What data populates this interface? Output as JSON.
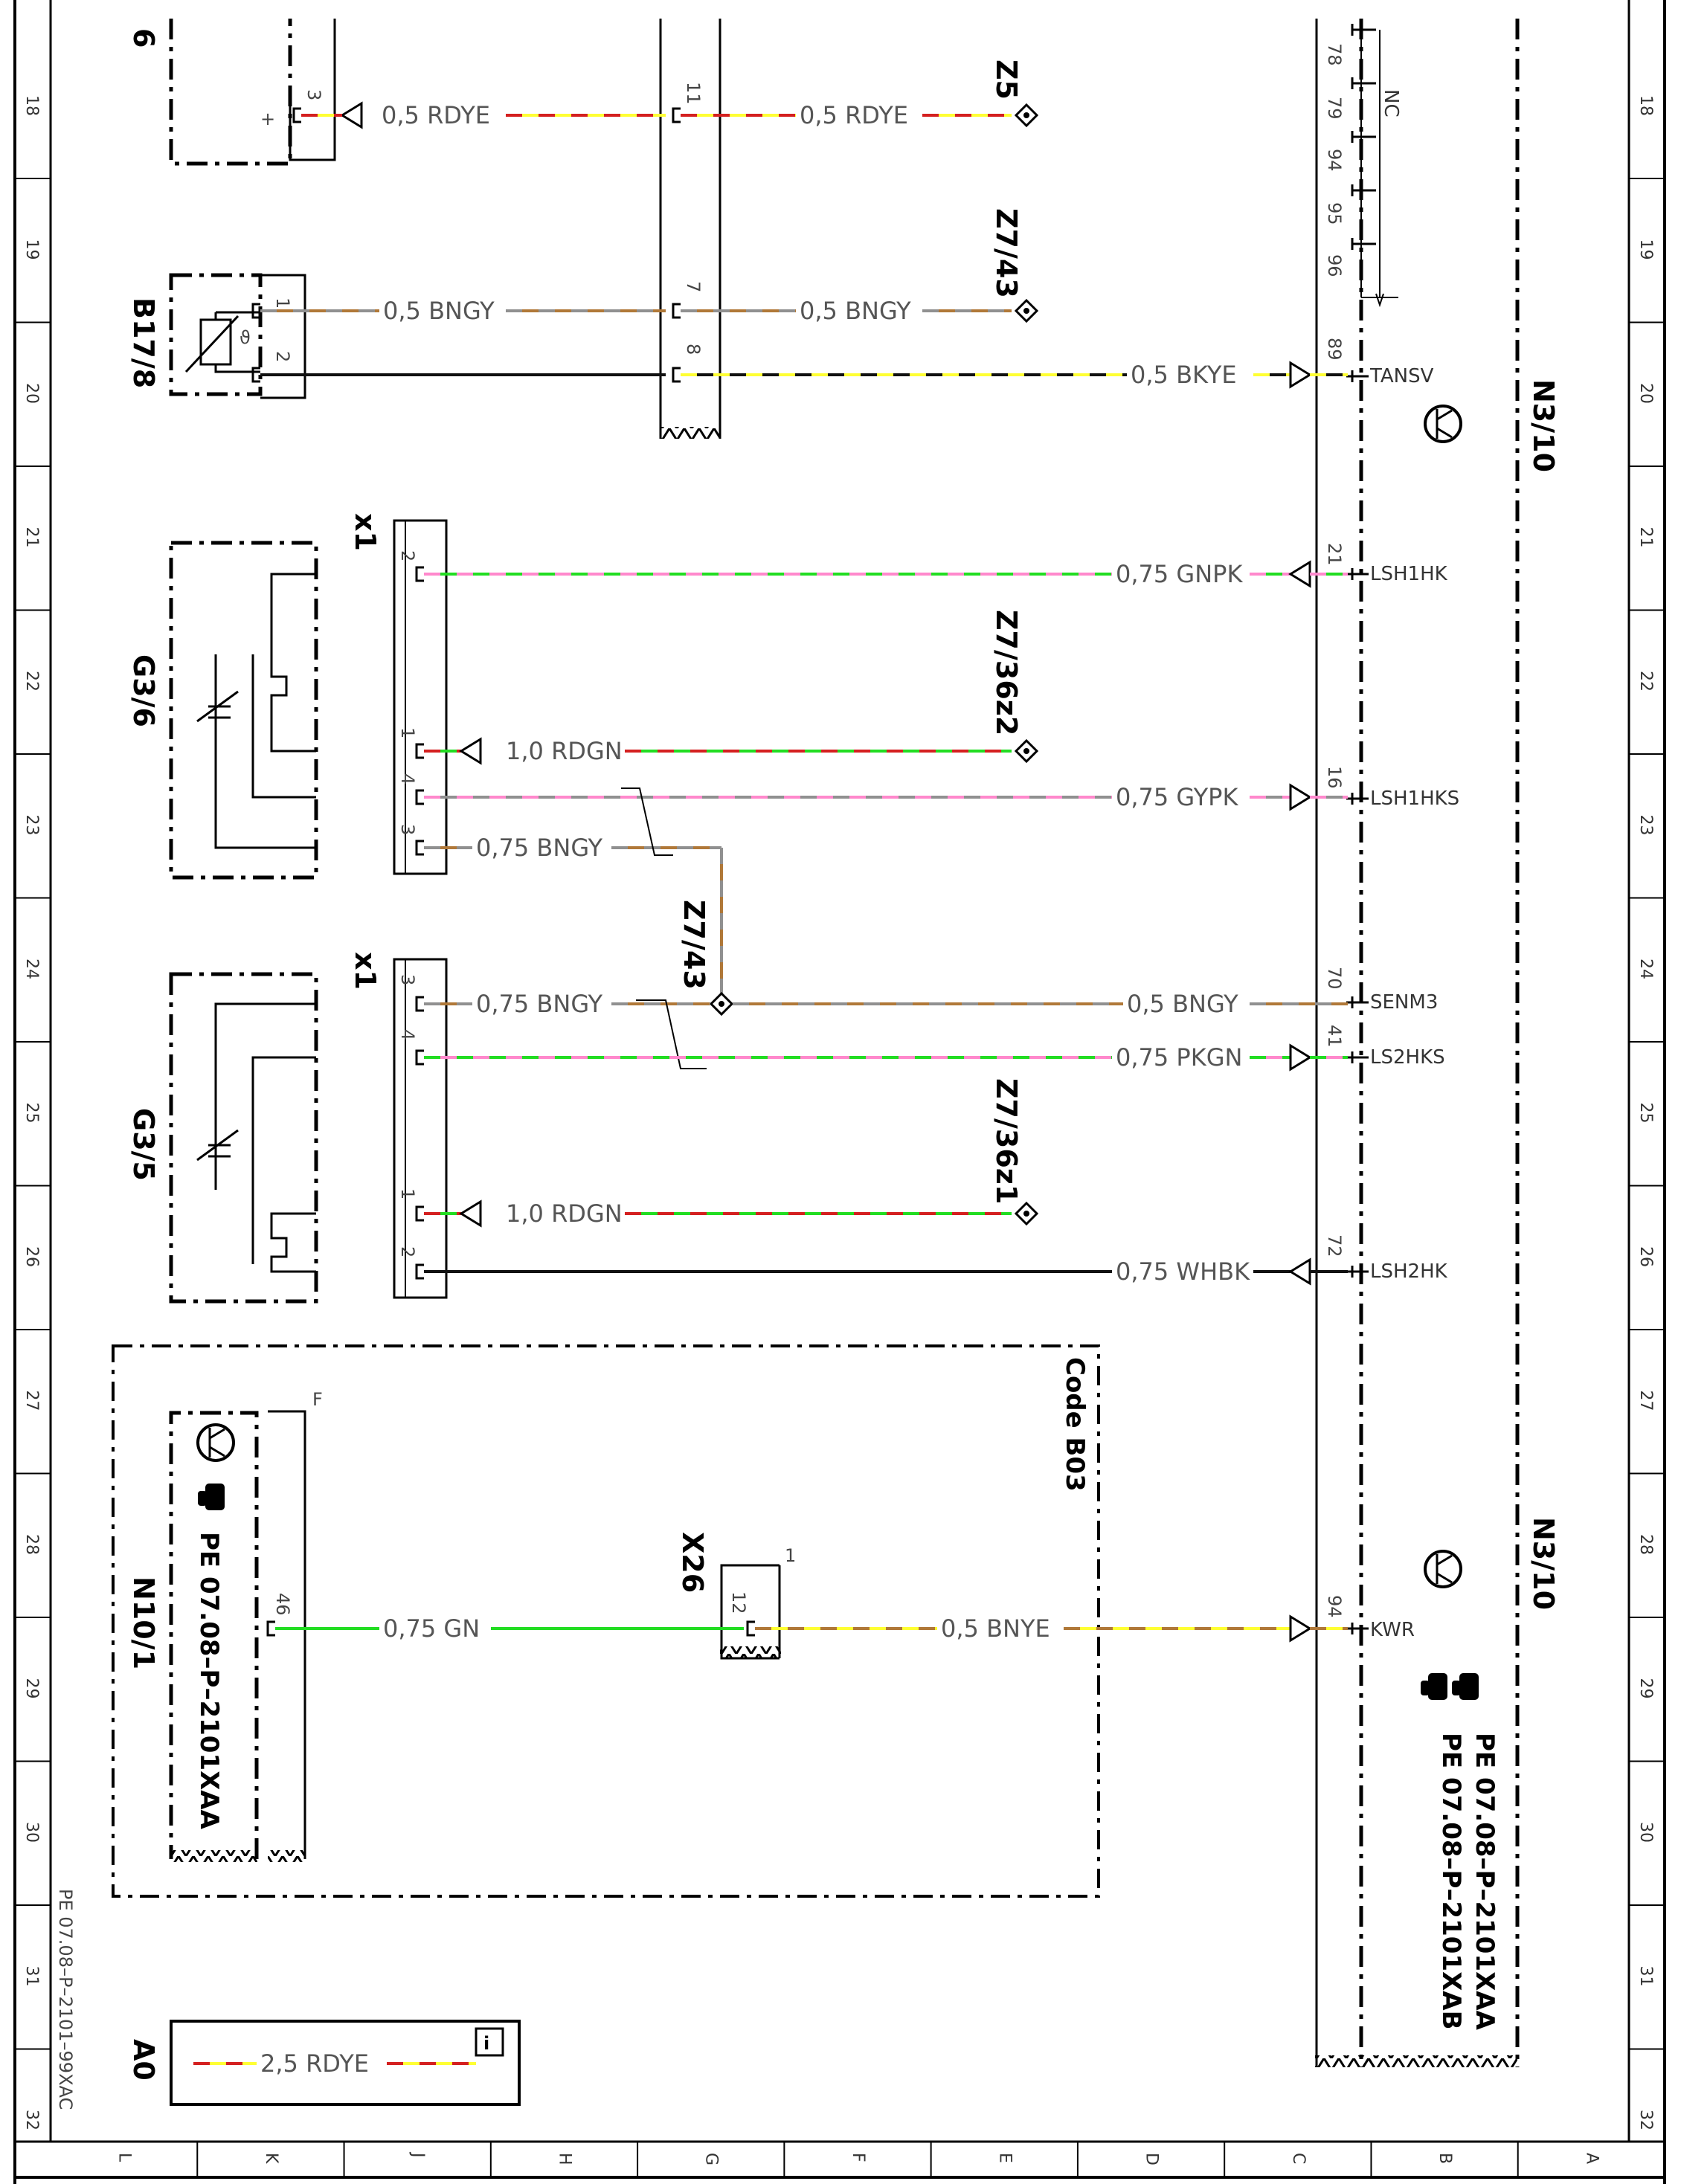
{
  "diagram": {
    "grid_numbers": [
      "18",
      "19",
      "20",
      "21",
      "22",
      "23",
      "24",
      "25",
      "26",
      "27",
      "28",
      "29",
      "30",
      "31",
      "32"
    ],
    "grid_letters": [
      "L",
      "K",
      "J",
      "H",
      "G",
      "F",
      "E",
      "D",
      "C",
      "B",
      "A"
    ],
    "doc_ref": "PE 07.08–P–2101–99XAC",
    "components": {
      "fragment_top": "6",
      "b17_8": "B17/8",
      "g3_6": "G3/6",
      "g3_5": "G3/5",
      "x1_top": "x1",
      "x1_bottom": "x1",
      "n3_10_top": "N3/10",
      "n3_10_bottom": "N3/10",
      "n10_1": "N10/1",
      "x26": "X26",
      "z5": "Z5",
      "z7_43_top": "Z7/43",
      "z7_43_mid": "Z7/43",
      "z7_36z2": "Z7/36z2",
      "z7_36z1": "Z7/36z1",
      "code_b03": "Code B03",
      "a0": "A0"
    },
    "wires": {
      "w1": "0,5 RDYE",
      "w2": "0,5 RDYE",
      "w3": "0,5 BNGY",
      "w4": "0,5 BNGY",
      "w5": "0,5 BKYE",
      "w6": "0,75 GNPK",
      "w7": "1,0 RDGN",
      "w8": "0,75 GYPK",
      "w9": "0,75 BNGY",
      "w10": "0,75 BNGY",
      "w11": "0,5 BNGY",
      "w12": "0,75 PKGN",
      "w13": "1,0 RDGN",
      "w14": "0,75 WHBK",
      "w15": "0,75 GN",
      "w16": "0,5 BNYE",
      "w17": "2,5 RDYE"
    },
    "signals": {
      "nc": "NC",
      "tansv": "TANSV",
      "lsh1hk": "LSH1HK",
      "lsh1hks": "LSH1HKS",
      "senm3": "SENM3",
      "ls2hks": "LS2HKS",
      "lsh2hk": "LSH2HK",
      "kwr": "KWR"
    },
    "pins": {
      "p3a": "3",
      "plus": "+",
      "p11": "11",
      "p1b17": "1",
      "p2b17": "2",
      "p7": "7",
      "p8": "8",
      "c78": "78",
      "c79": "79",
      "c94a": "94",
      "c95": "95",
      "c96": "96",
      "c89": "89",
      "g6_2": "2",
      "g6_1": "1",
      "g6_4": "4",
      "g6_3": "3",
      "g5_3": "3",
      "g5_4": "4",
      "g5_1": "1",
      "g5_2": "2",
      "c21": "21",
      "c16": "16",
      "c70": "70",
      "c41": "41",
      "c72": "72",
      "c94b": "94",
      "p46": "46",
      "p12": "12",
      "p1x26": "1",
      "pF": "F"
    },
    "references": {
      "n10_1_ref": "PE 07.08–P–2101XAA",
      "n3_10_ref_a": "PE 07.08–P–2101XAA",
      "n3_10_ref_b": "PE 07.08–P–2101XAB"
    },
    "colors": {
      "RD": "#d42020",
      "YE": "#ffff33",
      "BN": "#b07838",
      "GY": "#909090",
      "BK": "#111111",
      "GN": "#22dd22",
      "PK": "#ff88cc",
      "WH": "#ffffff"
    }
  }
}
